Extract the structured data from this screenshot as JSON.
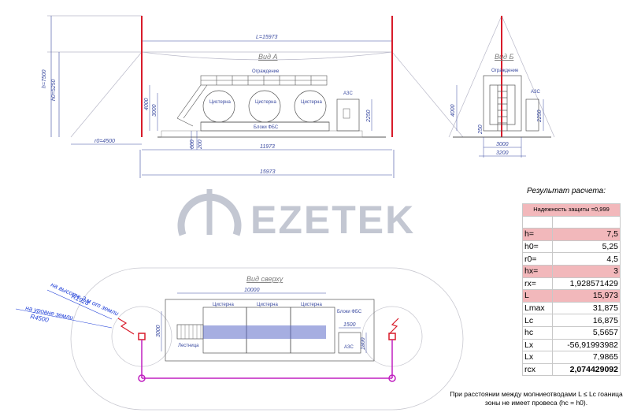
{
  "drawing": {
    "view_a": {
      "title": "Вид А",
      "span_label": "L=15973",
      "h_label": "h=7500",
      "h0_label": "h0=5250",
      "r0_label": "r0=4500",
      "fence_label": "Ограждение",
      "tanks": [
        "Цистерна",
        "Цистерна",
        "Цистерна"
      ],
      "block_label": "Блоки ФБС",
      "azs_label": "АЗС",
      "dim_4000": "4000",
      "dim_3000": "3000",
      "dim_2250": "2250",
      "dim_600": "600",
      "dim_200": "200",
      "dim_11973": "11973",
      "dim_15973": "15973"
    },
    "view_b": {
      "title": "Вид Б",
      "fence_label": "Ограждение",
      "azs_label": "АЗС",
      "dim_4000": "4000",
      "dim_2250": "2250",
      "dim_3000": "3000",
      "dim_3200": "3200",
      "dim_250": "250"
    },
    "view_top": {
      "title": "Вид сверху",
      "dim_10000": "10000",
      "dim_3000": "3000",
      "dim_1500": "1500",
      "dim_1800": "1800",
      "tanks": [
        "Цистерна",
        "Цистерна",
        "Цистерна"
      ],
      "stair_label": "Лестница",
      "block_label": "Блоки ФБС",
      "azs_label": "АЗС",
      "note_3m_line1": "на высоте 3 м от земли",
      "note_3m_line2": "R1928",
      "note_ground_line1": "на уровне земли",
      "note_ground_line2": "R4500"
    }
  },
  "logo": {
    "text": "EZETEK"
  },
  "results": {
    "heading": "Результат расчета:",
    "reliability": "Надежность защиты =0,999",
    "rows": [
      {
        "label": "h=",
        "value": "7,5"
      },
      {
        "label": "h0=",
        "value": "5,25"
      },
      {
        "label": "r0=",
        "value": "4,5"
      },
      {
        "label": "hx=",
        "value": "3"
      },
      {
        "label": "rx=",
        "value": "1,928571429"
      },
      {
        "label": "L",
        "value": "15,973"
      },
      {
        "label": "Lmax",
        "value": "31,875"
      },
      {
        "label": "Lc",
        "value": "16,875"
      },
      {
        "label": "hc",
        "value": "5,5657"
      },
      {
        "label": "Lx",
        "value": "-56,91993982"
      },
      {
        "label": "Lx",
        "value": "7,9865"
      },
      {
        "label": "rcx",
        "value": "2,074429092"
      }
    ]
  },
  "footnote": "При расстоянии между молниеотводами L ≤ Lc гоаница зоны не имеет провеса (hc = h0).",
  "colors": {
    "rod": "#d81b2a",
    "drawing": "#3a4aa0",
    "ground_wire": "#c020c0",
    "highlight": "#f2b8bb",
    "logo": "#c3c7d2"
  }
}
